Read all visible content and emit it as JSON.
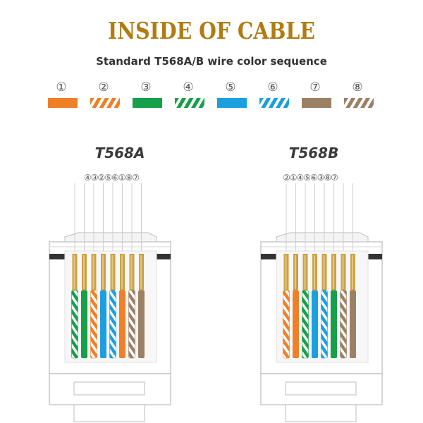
{
  "title": "INSIDE OF CABLE",
  "subtitle": "Standard T568A/B wire color sequence",
  "colors": {
    "orange": "#f07f2a",
    "green": "#16a04a",
    "blue": "#1b9fe0",
    "brown": "#9c8064",
    "gold": "#b07c12"
  },
  "legend": [
    {
      "num": "①",
      "color": "orange",
      "striped": false
    },
    {
      "num": "②",
      "color": "orange",
      "striped": true
    },
    {
      "num": "③",
      "color": "green",
      "striped": false
    },
    {
      "num": "④",
      "color": "green",
      "striped": true
    },
    {
      "num": "⑤",
      "color": "blue",
      "striped": false
    },
    {
      "num": "⑥",
      "color": "blue",
      "striped": true
    },
    {
      "num": "⑦",
      "color": "brown",
      "striped": false
    },
    {
      "num": "⑧",
      "color": "brown",
      "striped": true
    }
  ],
  "connectors": [
    {
      "label": "T568A",
      "order_text": "④③②⑤⑥①⑧⑦",
      "sequence": [
        4,
        3,
        2,
        5,
        6,
        1,
        8,
        7
      ]
    },
    {
      "label": "T568B",
      "order_text": "②①④⑤⑥③⑧⑦",
      "sequence": [
        2,
        1,
        4,
        5,
        6,
        3,
        8,
        7
      ]
    }
  ]
}
